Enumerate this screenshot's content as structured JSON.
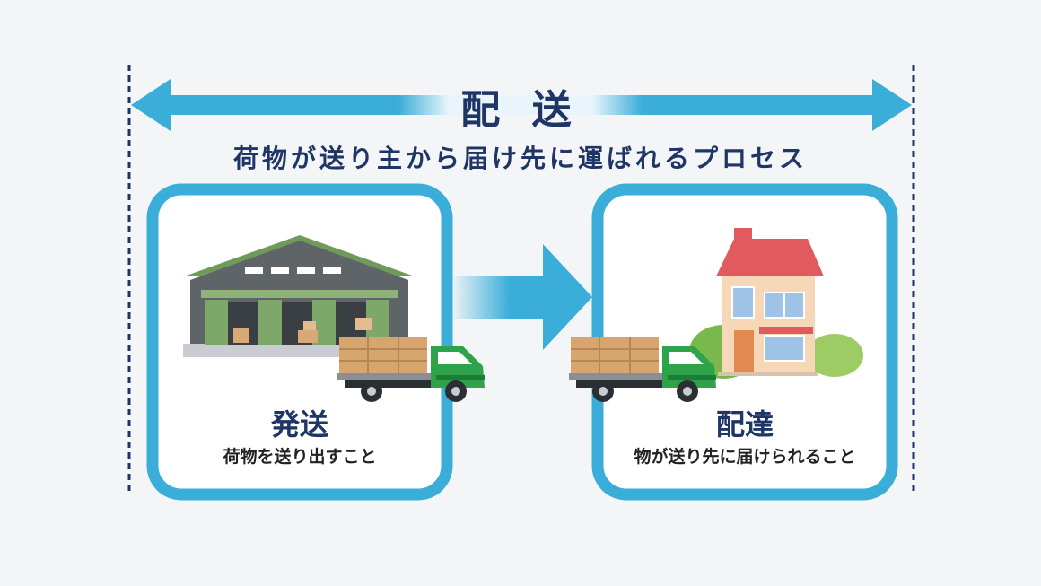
{
  "diagram": {
    "title": "配 送",
    "subtitle": "荷物が送り主から届け先に運ばれるプロセス",
    "left_card": {
      "title": "発送",
      "description": "荷物を送り出すこと"
    },
    "right_card": {
      "title": "配達",
      "description": "物が送り先に届けられること"
    }
  },
  "colors": {
    "accent": "#3aaed8",
    "navy": "#1e3566",
    "warehouse_roof": "#6f9a5a",
    "truck_green": "#2ea34a",
    "house_roof": "#e05a60"
  },
  "icons": [
    "warehouse-icon",
    "truck-icon",
    "house-icon"
  ]
}
